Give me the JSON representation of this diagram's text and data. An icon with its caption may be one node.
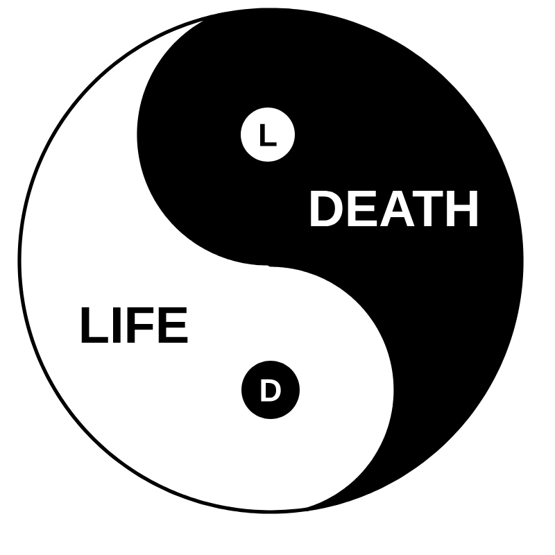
{
  "diagram": {
    "nodes": [
      {
        "text": [
          "DEATH"
        ]
      },
      {
        "text": [
          "L"
        ],
        "in": 0
      },
      {
        "text": [
          "LIFE"
        ]
      },
      {
        "text": [
          "D"
        ],
        "in": 2
      }
    ]
  }
}
